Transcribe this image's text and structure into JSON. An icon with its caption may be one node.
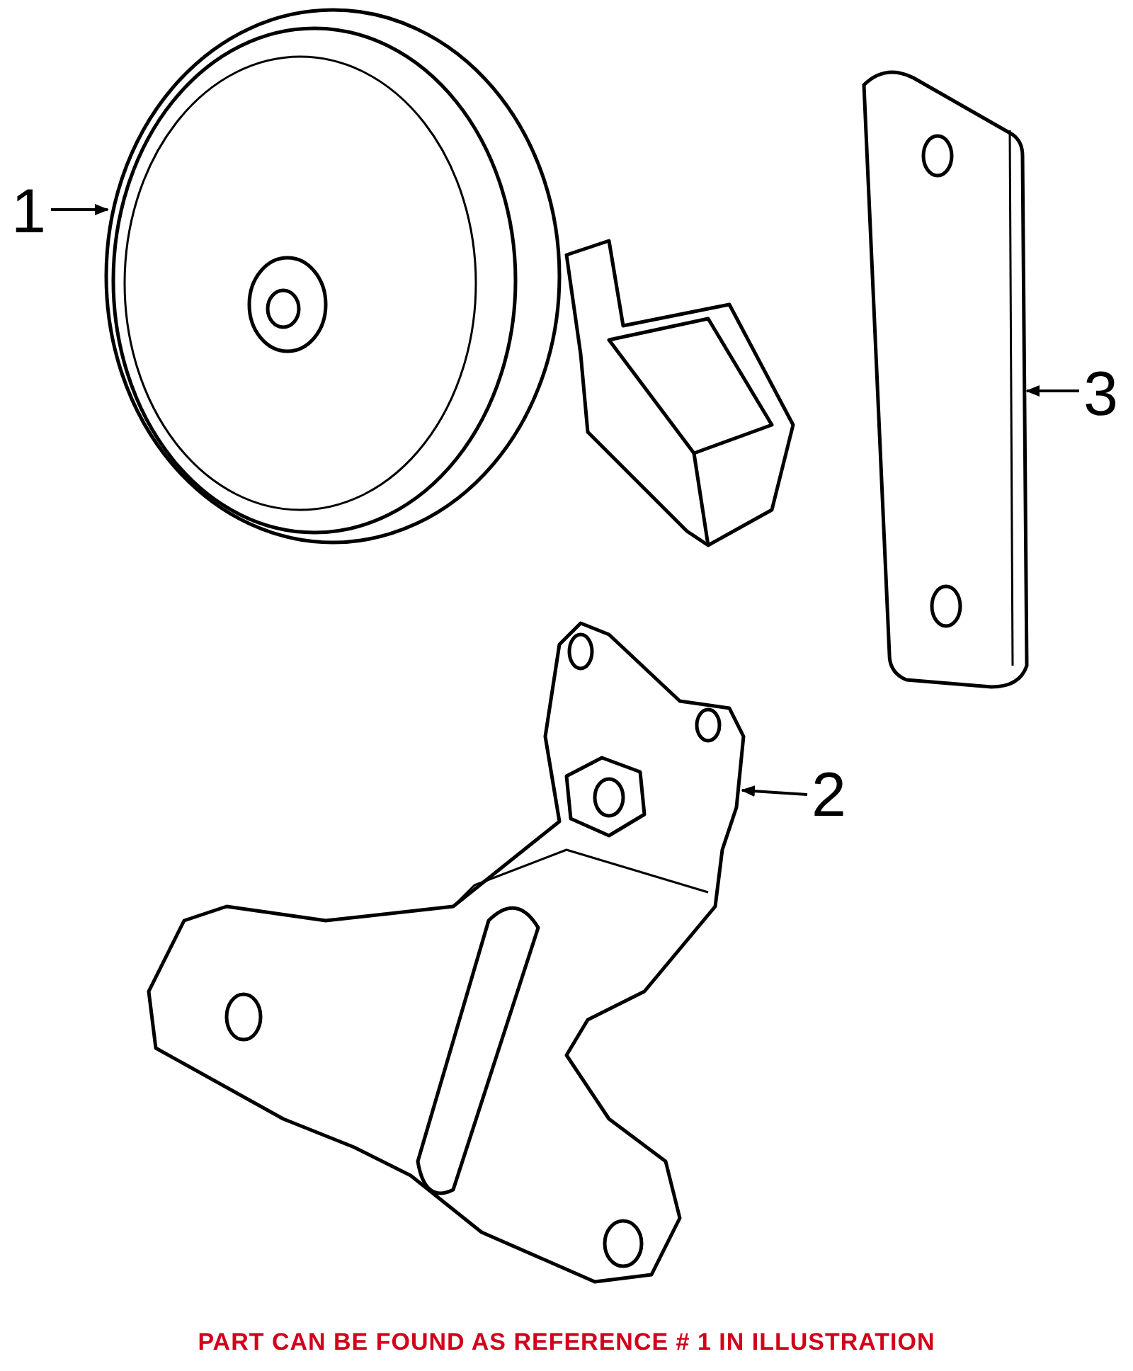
{
  "diagram": {
    "caption": "PART CAN BE FOUND AS REFERENCE # 1 IN ILLUSTRATION",
    "nodes": [
      {
        "text": [
          "1"
        ]
      },
      {
        "text": [],
        "shape": "picture"
      },
      {
        "text": [
          "3"
        ]
      },
      {
        "text": [],
        "shape": "picture"
      },
      {
        "text": [
          "2"
        ]
      },
      {
        "text": [],
        "shape": "picture"
      }
    ],
    "edges": [
      {
        "from": 0,
        "to": 1,
        "arrow": "to"
      },
      {
        "from": 2,
        "to": 3,
        "arrow": "to"
      },
      {
        "from": 4,
        "to": 5,
        "arrow": "to"
      }
    ]
  }
}
